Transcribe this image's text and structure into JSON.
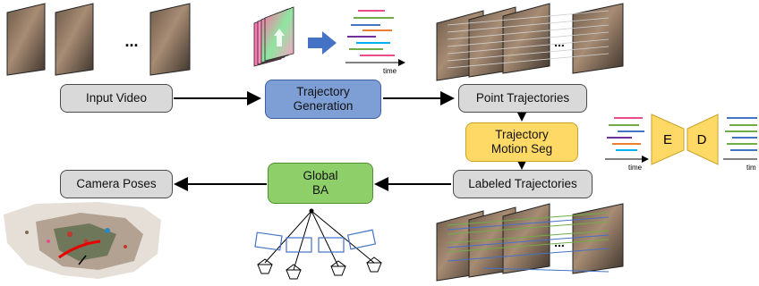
{
  "nodes": {
    "input_video": "Input Video",
    "trajectory_generation": "Trajectory\nGeneration",
    "point_trajectories": "Point Trajectories",
    "trajectory_motion_seg": "Trajectory\nMotion Seg",
    "labeled_trajectories": "Labeled Trajectories",
    "global_ba": "Global\nBA",
    "camera_poses": "Camera Poses"
  },
  "network": {
    "encoder": "E",
    "decoder": "D"
  },
  "axis_labels": {
    "time": "time",
    "time_right": "tim"
  },
  "ellipsis": "...",
  "colors": {
    "gray_box": "#d9d9d9",
    "blue_box": "#7e9fd6",
    "yellow_box": "#ffd966",
    "green_box": "#8fcf6a",
    "network_block": "#ffd966",
    "arrow_blue": "#4472c4",
    "camera_blue": "#4472c4"
  }
}
